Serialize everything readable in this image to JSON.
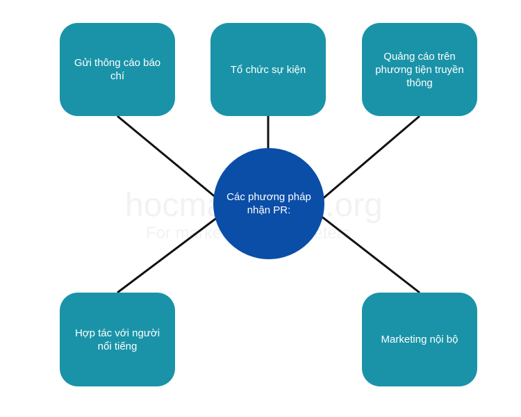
{
  "center": {
    "label": "Các phương pháp nhận PR:"
  },
  "nodes": [
    {
      "id": "n1",
      "label": "Gửi thông cáo báo chí"
    },
    {
      "id": "n2",
      "label": "Tổ chức sự kiện"
    },
    {
      "id": "n3",
      "label": "Quảng cáo trên phương tiện truyền thông"
    },
    {
      "id": "n4",
      "label": "Hợp tác với người nổi tiếng"
    },
    {
      "id": "n5",
      "label": "Marketing nội bộ"
    }
  ],
  "watermark": {
    "line1": "hocmarketing.org",
    "line2": "For marketers by marketers"
  },
  "colors": {
    "box": "#1a93a8",
    "center": "#0a4ea8",
    "connector": "#111111"
  }
}
